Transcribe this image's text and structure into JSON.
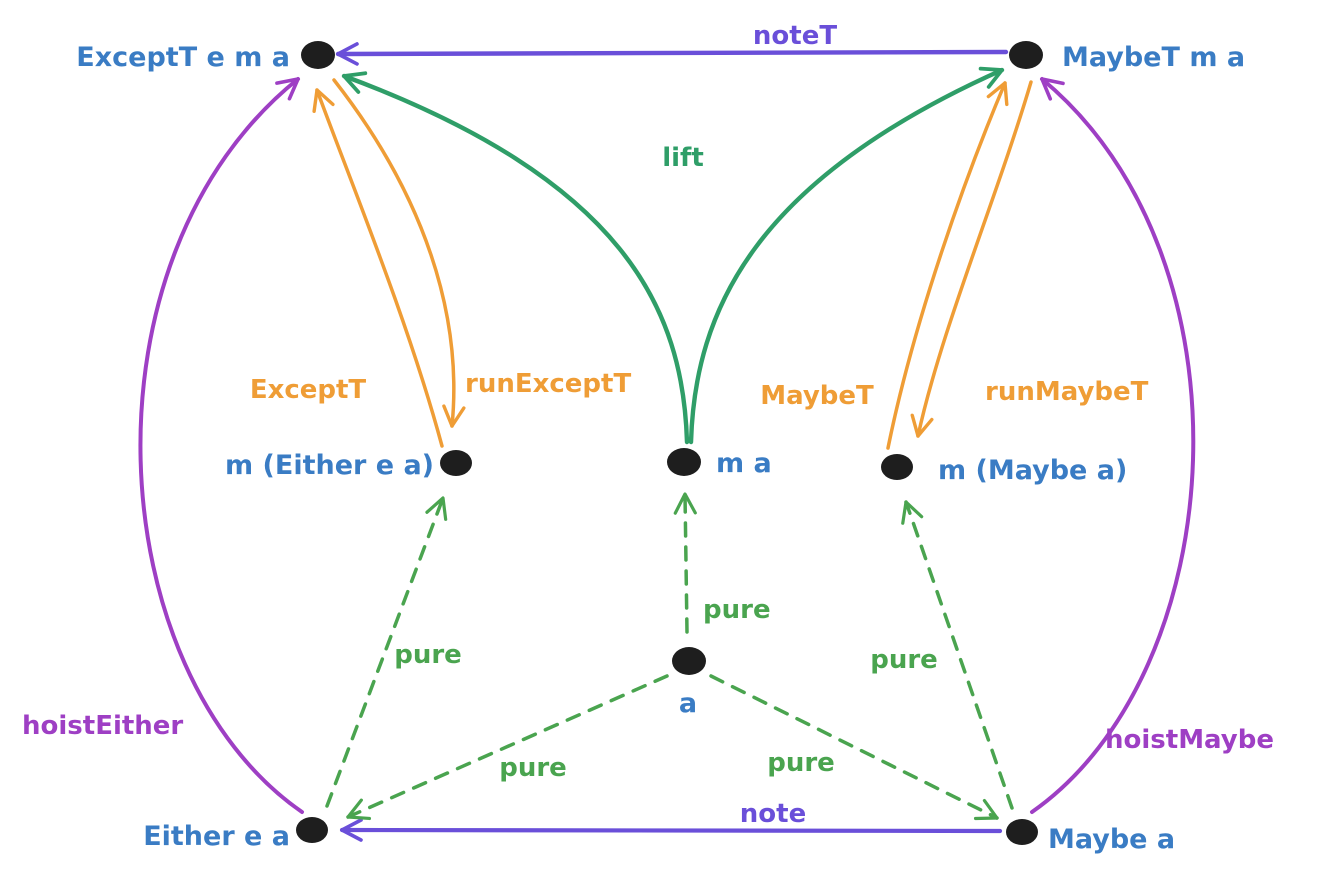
{
  "diagram": {
    "background": "#ffffff",
    "colors": {
      "node_label": "#3a7cc4",
      "dot": "#1e1e1e",
      "violet": "#6a4fd9",
      "orange": "#ef9d36",
      "lift_green": "#2f9e68",
      "pure_green": "#4aa44f",
      "purple": "#9e3fc4"
    },
    "nodes": {
      "except_t": {
        "label": "ExceptT e m a"
      },
      "maybe_t": {
        "label": "MaybeT m a"
      },
      "m_either": {
        "label": "m (Either e a)"
      },
      "m_a": {
        "label": "m a"
      },
      "m_maybe": {
        "label": "m (Maybe a)"
      },
      "a": {
        "label": "a"
      },
      "either": {
        "label": "Either e a"
      },
      "maybe": {
        "label": "Maybe a"
      }
    },
    "edges": {
      "note_t": {
        "label": "noteT",
        "from": "MaybeT m a",
        "to": "ExceptT e m a",
        "style": "solid"
      },
      "lift_left": {
        "label": "lift",
        "from": "m a",
        "to": "ExceptT e m a",
        "style": "solid"
      },
      "lift_right": {
        "label": "",
        "from": "m a",
        "to": "MaybeT m a",
        "style": "solid"
      },
      "except_t_ctor": {
        "label": "ExceptT",
        "from": "m (Either e a)",
        "to": "ExceptT e m a",
        "style": "solid"
      },
      "run_except_t": {
        "label": "runExceptT",
        "from": "ExceptT e m a",
        "to": "m (Either e a)",
        "style": "solid"
      },
      "maybe_t_ctor": {
        "label": "MaybeT",
        "from": "m (Maybe a)",
        "to": "MaybeT m a",
        "style": "solid"
      },
      "run_maybe_t": {
        "label": "runMaybeT",
        "from": "MaybeT m a",
        "to": "m (Maybe a)",
        "style": "solid"
      },
      "pure_center": {
        "label": "pure",
        "from": "a",
        "to": "m a",
        "style": "dashed"
      },
      "pure_left_up": {
        "label": "pure",
        "from": "Either e a",
        "to": "m (Either e a)",
        "style": "dashed"
      },
      "pure_right_up": {
        "label": "pure",
        "from": "Maybe a",
        "to": "m (Maybe a)",
        "style": "dashed"
      },
      "pure_to_either": {
        "label": "pure",
        "from": "a",
        "to": "Either e a",
        "style": "dashed"
      },
      "pure_to_maybe": {
        "label": "pure",
        "from": "a",
        "to": "Maybe a",
        "style": "dashed"
      },
      "note": {
        "label": "note",
        "from": "Maybe a",
        "to": "Either e a",
        "style": "solid"
      },
      "hoist_either": {
        "label": "hoistEither",
        "from": "Either e a",
        "to": "ExceptT e m a",
        "style": "solid"
      },
      "hoist_maybe": {
        "label": "hoistMaybe",
        "from": "Maybe a",
        "to": "MaybeT m a",
        "style": "solid"
      }
    }
  }
}
